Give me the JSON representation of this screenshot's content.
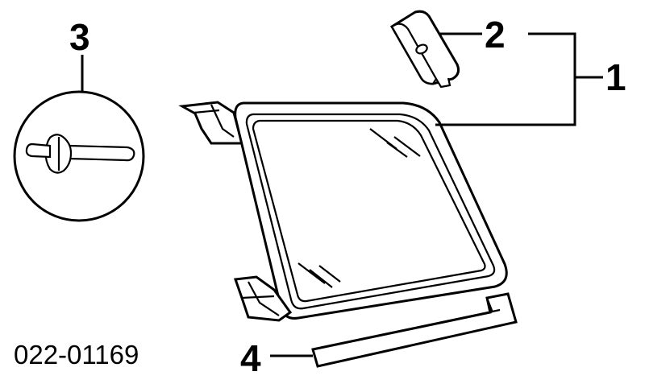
{
  "callouts": {
    "c1": "1",
    "c2": "2",
    "c3": "3",
    "c4": "4"
  },
  "part_code": "022-01169",
  "colors": {
    "ink": "#000000",
    "paper": "#ffffff"
  }
}
